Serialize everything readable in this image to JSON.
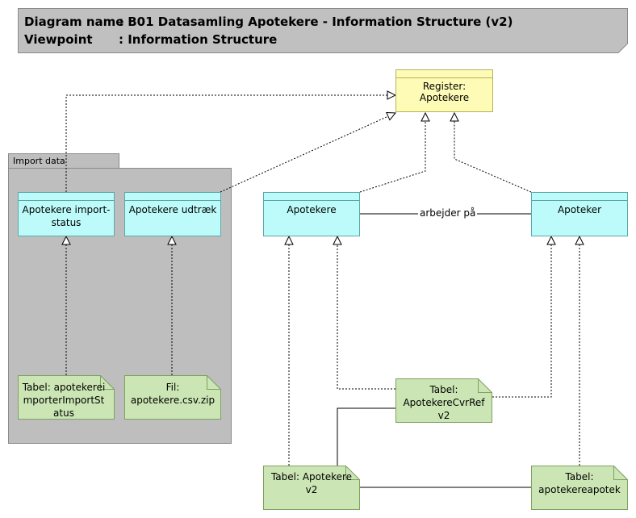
{
  "header": {
    "diagram_name_key": "Diagram name",
    "diagram_name_value": ": B01 Datasamling Apotekere - Information Structure (v2)",
    "viewpoint_key": "Viewpoint",
    "viewpoint_value": ": Information Structure"
  },
  "package": {
    "label": "Import data"
  },
  "nodes": {
    "register": "Register: Apotekere",
    "import_status": "Apotekere import-status",
    "udtraek": "Apotekere udtræk",
    "apotekere": "Apotekere",
    "apoteker": "Apoteker",
    "tabel_import_status": "Tabel: apotekereimporterImportStatus",
    "fil_csv": "Fil: apotekere.csv.zip",
    "tabel_cvrref": "Tabel: ApotekereCvrRef v2",
    "tabel_apotekere": "Tabel: Apotekere v2",
    "tabel_apotek": "Tabel: apotekereapotek"
  },
  "relations": {
    "arbejder_paa": "arbejder på"
  },
  "colors": {
    "header_bg": "#c0c0c0",
    "package_bg": "#bebebe",
    "class_bg": "#bdfbfb",
    "register_bg": "#fdfbb6",
    "note_bg": "#cbe6b4"
  }
}
